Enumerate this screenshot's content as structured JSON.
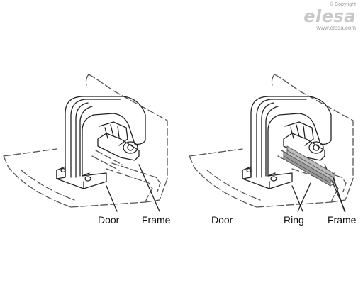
{
  "brand": {
    "copyright": "© Copyright",
    "logo": "elesa",
    "url": "www.elesa.com"
  },
  "diagrams": [
    {
      "labels": [
        "Door",
        "Frame"
      ]
    },
    {
      "labels": [
        "Door",
        "Ring",
        "Frame"
      ]
    }
  ],
  "colors": {
    "line": "#222222",
    "dash": "#555555",
    "ring": "#8a8a8a"
  }
}
